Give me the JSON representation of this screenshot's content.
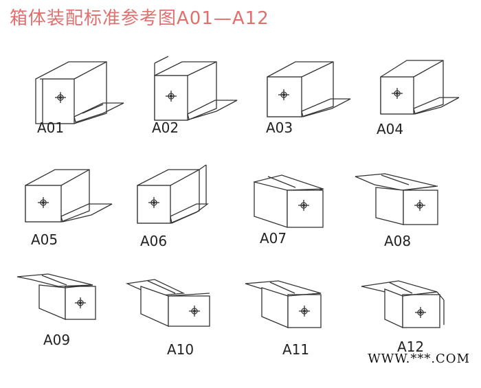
{
  "title": "箱体装配标准参考图A01—A12",
  "figures": [
    {
      "id": "A01"
    },
    {
      "id": "A02"
    },
    {
      "id": "A03"
    },
    {
      "id": "A04"
    },
    {
      "id": "A05"
    },
    {
      "id": "A06"
    },
    {
      "id": "A07"
    },
    {
      "id": "A08"
    },
    {
      "id": "A09"
    },
    {
      "id": "A10"
    },
    {
      "id": "A11"
    },
    {
      "id": "A12"
    }
  ],
  "watermark": "WWW.***.COM",
  "colors": {
    "title": "#e0706e",
    "line": "#333333"
  }
}
